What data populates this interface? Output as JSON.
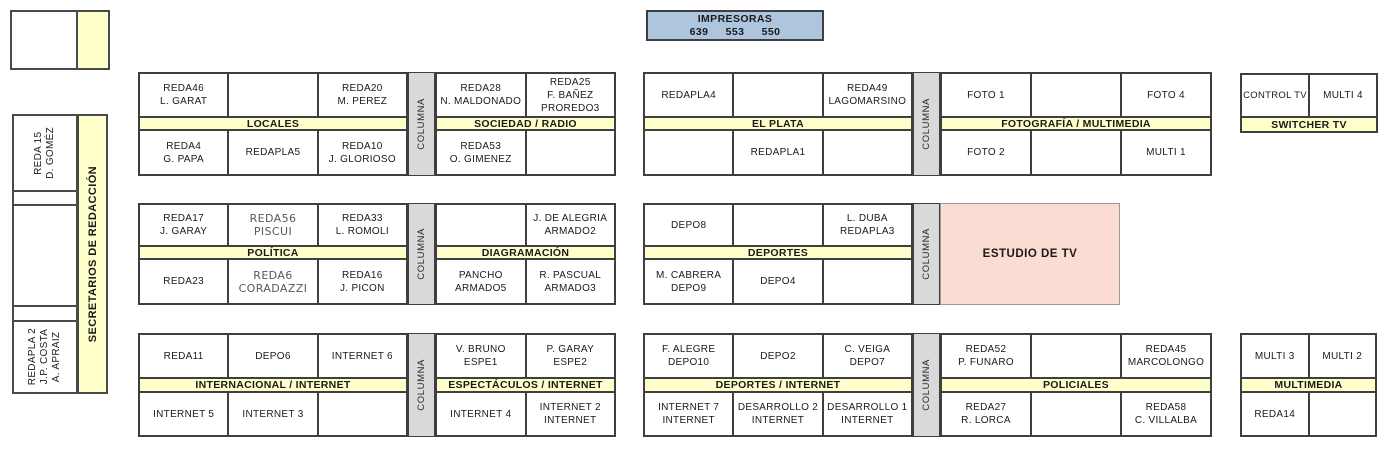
{
  "colors": {
    "band": "#ffffcc",
    "strip": "#d9d9d9",
    "printer": "#adc5dd",
    "studio": "#fbdcd2",
    "border": "#3f3f3f"
  },
  "printer_box": {
    "title": "IMPRESORAS",
    "numbers": "639 553 550"
  },
  "strip_label": "COLUMNA",
  "studio": {
    "label": "ESTUDIO DE TV"
  },
  "left_rack": {
    "secretarios_label": "SECRETARIOS DE REDACCIÓN",
    "reda15": "REDA 15\nD. GOMÉZ",
    "redapla2": "REDAPLA 2\nJ.P. COSTA\nA. APRAIZ"
  },
  "sections": {
    "locales": {
      "title": "LOCALES",
      "top": [
        "REDA46\nL. GARAT",
        "",
        "REDA20\nM. PEREZ"
      ],
      "bottom": [
        "REDA4\nG. PAPA",
        "REDAPLA5",
        "REDA10\nJ. GLORIOSO"
      ]
    },
    "sociedad": {
      "title": "SOCIEDAD / RADIO",
      "top": [
        "REDA28\nN. MALDONADO",
        "REDA25\nF. BAÑEZ\nPROREDO3"
      ],
      "bottom": [
        "REDA53\nO. GIMENEZ",
        ""
      ]
    },
    "politica": {
      "title": "POLÍTICA",
      "top": [
        "REDA17\nJ. GARAY",
        "REDA56\nPISCUI",
        "REDA33\nL. ROMOLI"
      ],
      "bottom": [
        "REDA23",
        "REDA6\nCORADAZZI",
        "REDA16\nJ. PICON"
      ]
    },
    "diagramacion": {
      "title": "DIAGRAMACIÓN",
      "top": [
        "",
        "J. DE ALEGRIA\nARMADO2"
      ],
      "bottom": [
        "PANCHO\nARMADO5",
        "R. PASCUAL\nARMADO3"
      ]
    },
    "internacional": {
      "title": "INTERNACIONAL / INTERNET",
      "top": [
        "REDA11",
        "DEPO6",
        "INTERNET 6"
      ],
      "bottom": [
        "INTERNET 5",
        "INTERNET 3",
        ""
      ]
    },
    "espectaculos": {
      "title": "ESPECTÁCULOS / INTERNET",
      "top": [
        "V. BRUNO\nESPE1",
        "P. GARAY\nESPE2"
      ],
      "bottom": [
        "INTERNET 4",
        "INTERNET 2\nINTERNET"
      ]
    },
    "elplata": {
      "title": "EL PLATA",
      "top": [
        "REDAPLA4",
        "",
        "REDA49\nLAGOMARSINO"
      ],
      "bottom": [
        "",
        "REDAPLA1",
        ""
      ]
    },
    "fotografia": {
      "title": "FOTOGRAFÍA / MULTIMEDIA",
      "top": [
        "FOTO 1",
        "",
        "FOTO 4"
      ],
      "bottom": [
        "FOTO 2",
        "",
        "MULTI 1"
      ]
    },
    "deportes": {
      "title": "DEPORTES",
      "top": [
        "DEPO8",
        "",
        "L. DUBA\nREDAPLA3"
      ],
      "bottom": [
        "M. CABRERA\nDEPO9",
        "DEPO4",
        ""
      ]
    },
    "deportes_internet": {
      "title": "DEPORTES / INTERNET",
      "top": [
        "F. ALEGRE\nDEPO10",
        "DEPO2",
        "C. VEIGA\nDEPO7"
      ],
      "bottom": [
        "INTERNET 7\nINTERNET",
        "DESARROLLO 2\nINTERNET",
        "DESARROLLO 1\nINTERNET"
      ]
    },
    "policiales": {
      "title": "POLICIALES",
      "top": [
        "REDA52\nP. FUNARO",
        "",
        "REDA45\nMARCOLONGO"
      ],
      "bottom": [
        "REDA27\nR. LORCA",
        "",
        "REDA58\nC. VILLALBA"
      ]
    },
    "switcher": {
      "title": "SWITCHER TV",
      "top": [
        "CONTROL TV",
        "MULTI 4"
      ]
    },
    "multimedia": {
      "title": "MULTIMEDIA",
      "top": [
        "MULTI 3",
        "MULTI 2"
      ],
      "bottom": [
        "REDA14",
        ""
      ]
    }
  }
}
